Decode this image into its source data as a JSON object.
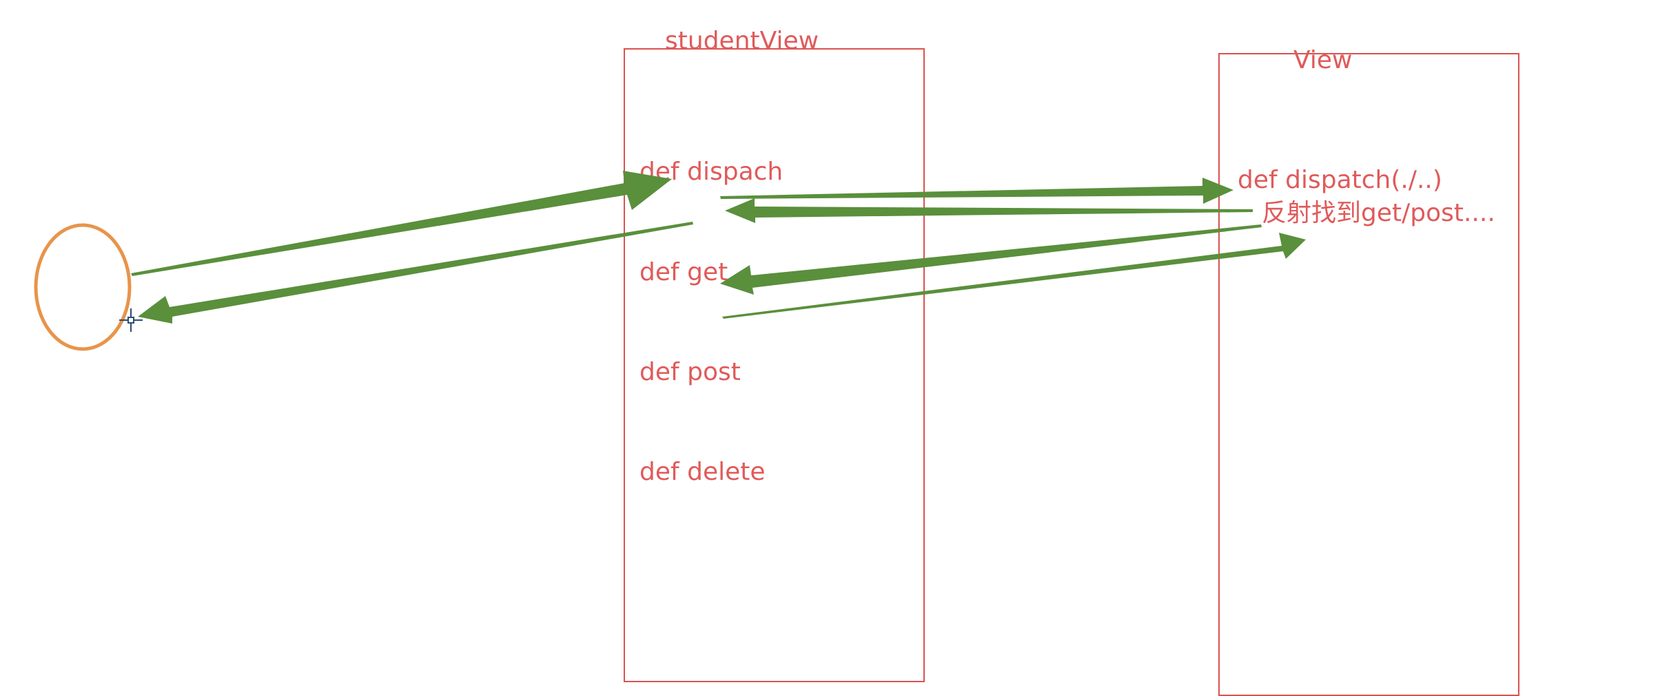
{
  "diagram": {
    "student_view": {
      "title": "studentView",
      "methods": [
        "def dispach",
        "def get",
        "def post",
        "def delete"
      ]
    },
    "view": {
      "title": "View",
      "methods": [
        "def dispatch(./..)"
      ],
      "note": "反射找到get/post...."
    },
    "colors": {
      "box_border": "#d9534f",
      "text": "#e05a5a",
      "arrow": "#5a8f3c",
      "client_circle": "#e8944a",
      "cursor": "#2a4d7a"
    },
    "icons": {
      "client": "client-circle",
      "cursor": "crosshair-cursor-icon"
    }
  }
}
